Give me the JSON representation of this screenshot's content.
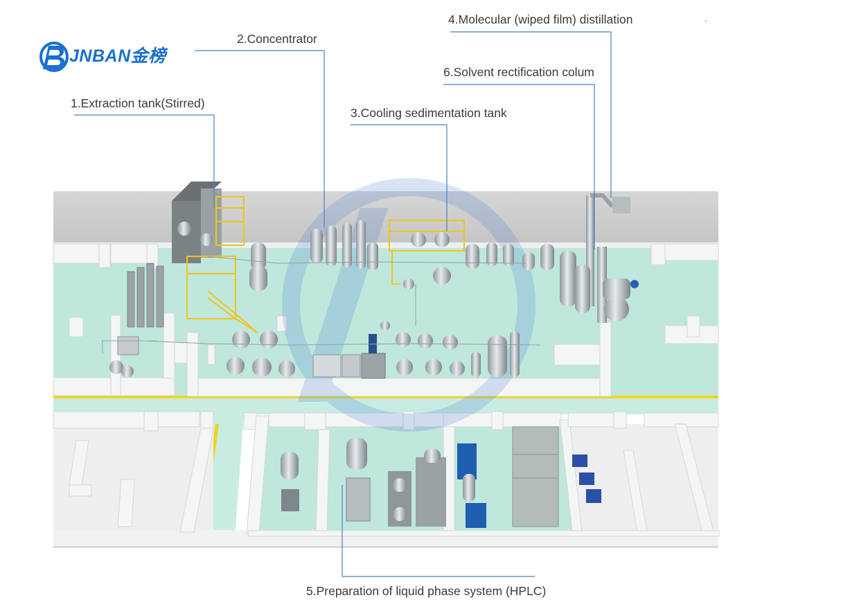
{
  "logo": {
    "brand_text": "JNBAN金榜",
    "mark_letter": "B",
    "color": "#1a6fd0"
  },
  "labels": {
    "extraction_tank": "1.Extraction tank(Stirred)",
    "concentrator": "2.Concentrator",
    "cooling_tank": "3.Cooling sedimentation tank",
    "molecular_distillation": "4.Molecular (wiped film) distillation",
    "hplc": "5.Preparation of liquid phase system (HPLC)",
    "rectification": "6.Solvent rectification colum"
  },
  "colors": {
    "leader_line": "#4a7fc0",
    "floor": "#bfe7dc",
    "wall": "#f3f4f4",
    "corridor_stripe": "#f2d51a",
    "equipment_metal": "#b9c0c4",
    "platform_yellow": "#f0c419",
    "hplc_blue": "#1f5fb0"
  }
}
